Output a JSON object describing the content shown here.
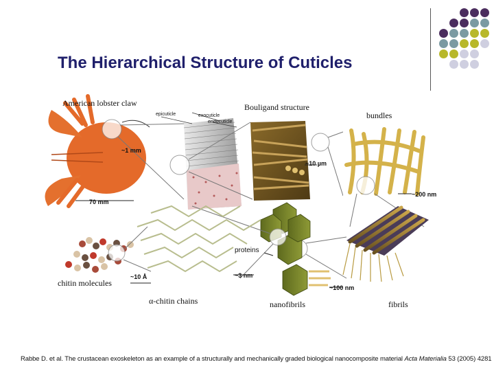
{
  "title": "The Hierarchical Structure of Cuticles",
  "palette": {
    "purple": "#4b2d5e",
    "teal": "#7b9aa2",
    "olive": "#b8b82a",
    "lavender": "#cfcfe0"
  },
  "dot_grid": [
    [
      "purple",
      "purple",
      "purple"
    ],
    [
      "purple",
      "purple",
      "teal",
      "teal"
    ],
    [
      "purple",
      "teal",
      "teal",
      "olive",
      "olive"
    ],
    [
      "teal",
      "teal",
      "olive",
      "olive",
      "lavender"
    ],
    [
      "olive",
      "olive",
      "lavender",
      "lavender"
    ],
    [
      "lavender",
      "lavender",
      "lavender"
    ]
  ],
  "labels": {
    "lobster": "American lobster claw",
    "bouligand": "Bouligand structure",
    "bundles": "bundles",
    "chitin_molecules": "chitin molecules",
    "alpha_chitin": "α-chitin chains",
    "nanofibrils": "nanofibrils",
    "fibrils": "fibrils",
    "proteins": "proteins"
  },
  "annotations": {
    "epicuticle": "epicuticle",
    "exocuticle": "exocuticle",
    "endocuticle": "endocuticle",
    "mm1": "~1 mm",
    "mm70": "70 mm",
    "um10": "~10 µm",
    "nm200": "~200 nm",
    "nm100": "~100 nm",
    "nm3": "~3 nm",
    "a10": "~10 Å"
  },
  "citation": {
    "authors": "Rabbe D. et al. The crustacean exoskeleton as an example of a structurally and mechanically graded biological nanocomposite material",
    "journal": "Acta Materialia",
    "details": "53 (2005) 4281"
  }
}
